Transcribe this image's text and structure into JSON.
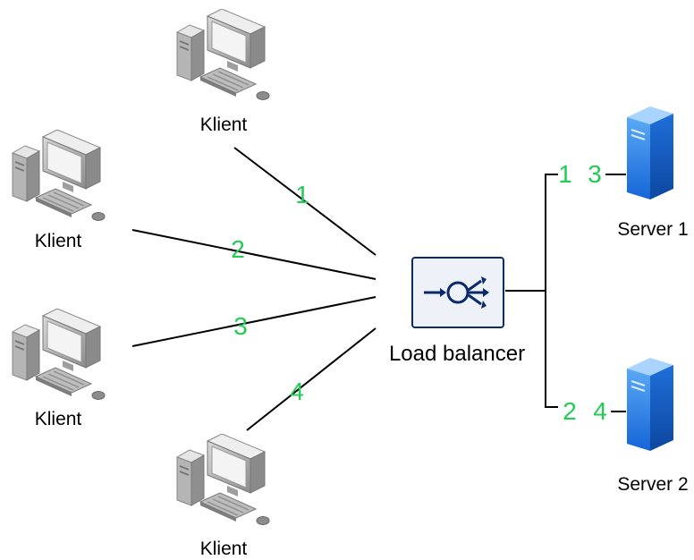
{
  "colors": {
    "line": "#000000",
    "number": "#22cc55",
    "balancer_border": "#0b2a6b",
    "balancer_fill": "#eef1f8",
    "balancer_icon": "#0b2a6b",
    "server_light": "#5aa9f5",
    "server_dark": "#1565d8",
    "pc_light": "#d9d9d9",
    "pc_dark": "#8c8c8c"
  },
  "clients": [
    {
      "label": "Klient",
      "connection_number": "1",
      "icon": "desktop-computer-icon"
    },
    {
      "label": "Klient",
      "connection_number": "2",
      "icon": "desktop-computer-icon"
    },
    {
      "label": "Klient",
      "connection_number": "3",
      "icon": "desktop-computer-icon"
    },
    {
      "label": "Klient",
      "connection_number": "4",
      "icon": "desktop-computer-icon"
    }
  ],
  "load_balancer": {
    "label": "Load balancer",
    "icon": "load-balancer-icon"
  },
  "servers": [
    {
      "label": "Server 1",
      "branch_numbers": [
        "1",
        "3"
      ],
      "icon": "server-icon"
    },
    {
      "label": "Server 2",
      "branch_numbers": [
        "2",
        "4"
      ],
      "icon": "server-icon"
    }
  ]
}
